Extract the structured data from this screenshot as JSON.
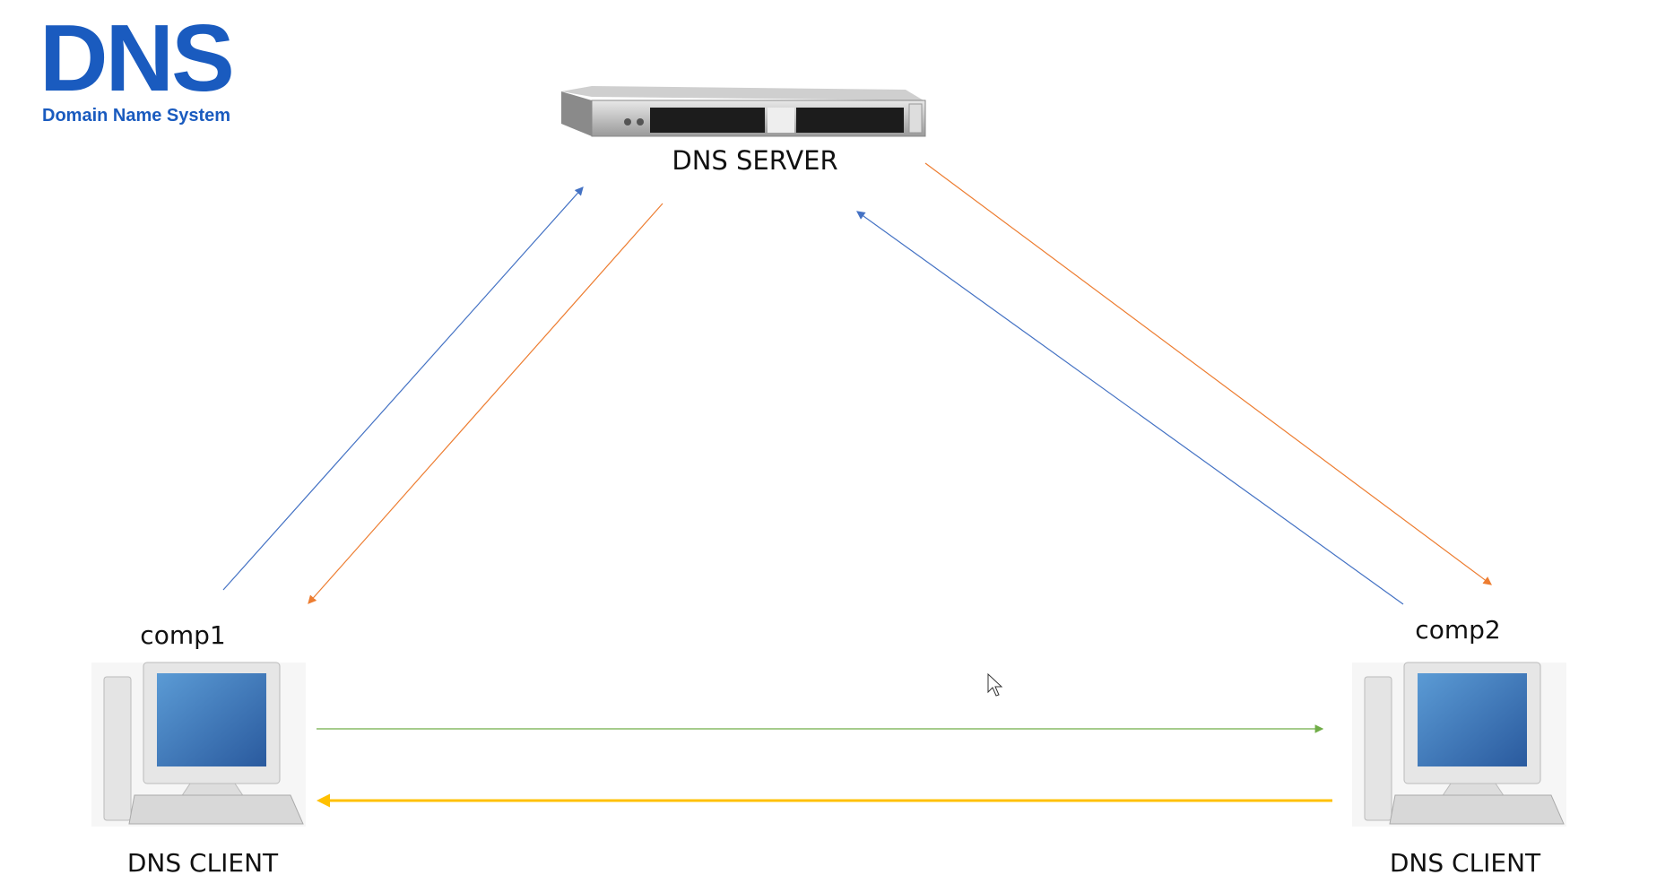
{
  "logo": {
    "title": "DNS",
    "subtitle": "Domain Name System"
  },
  "server": {
    "label": "DNS SERVER",
    "icon": "rack-server-icon"
  },
  "clients": [
    {
      "name": "comp1",
      "role": "DNS CLIENT",
      "icon": "desktop-computer-icon"
    },
    {
      "name": "comp2",
      "role": "DNS CLIENT",
      "icon": "desktop-computer-icon"
    }
  ],
  "colors": {
    "query": "#4472c4",
    "response": "#ed7d31",
    "p2p_request": "#70ad47",
    "p2p_reply": "#ffc000",
    "logo": "#1a5bbf"
  }
}
